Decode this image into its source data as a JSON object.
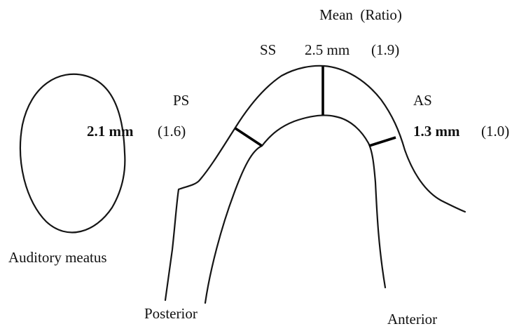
{
  "header": {
    "title": "Mean  (Ratio)"
  },
  "measurements": {
    "ss": {
      "label": "SS",
      "value": "2.5 mm",
      "ratio": "(1.9)"
    },
    "ps": {
      "label": "PS",
      "value": "2.1 mm",
      "ratio": "(1.6)"
    },
    "as": {
      "label": "AS",
      "value": "1.3 mm",
      "ratio": "(1.0)"
    }
  },
  "labels": {
    "auditory_meatus": "Auditory meatus",
    "posterior": "Posterior",
    "anterior": "Anterior"
  }
}
